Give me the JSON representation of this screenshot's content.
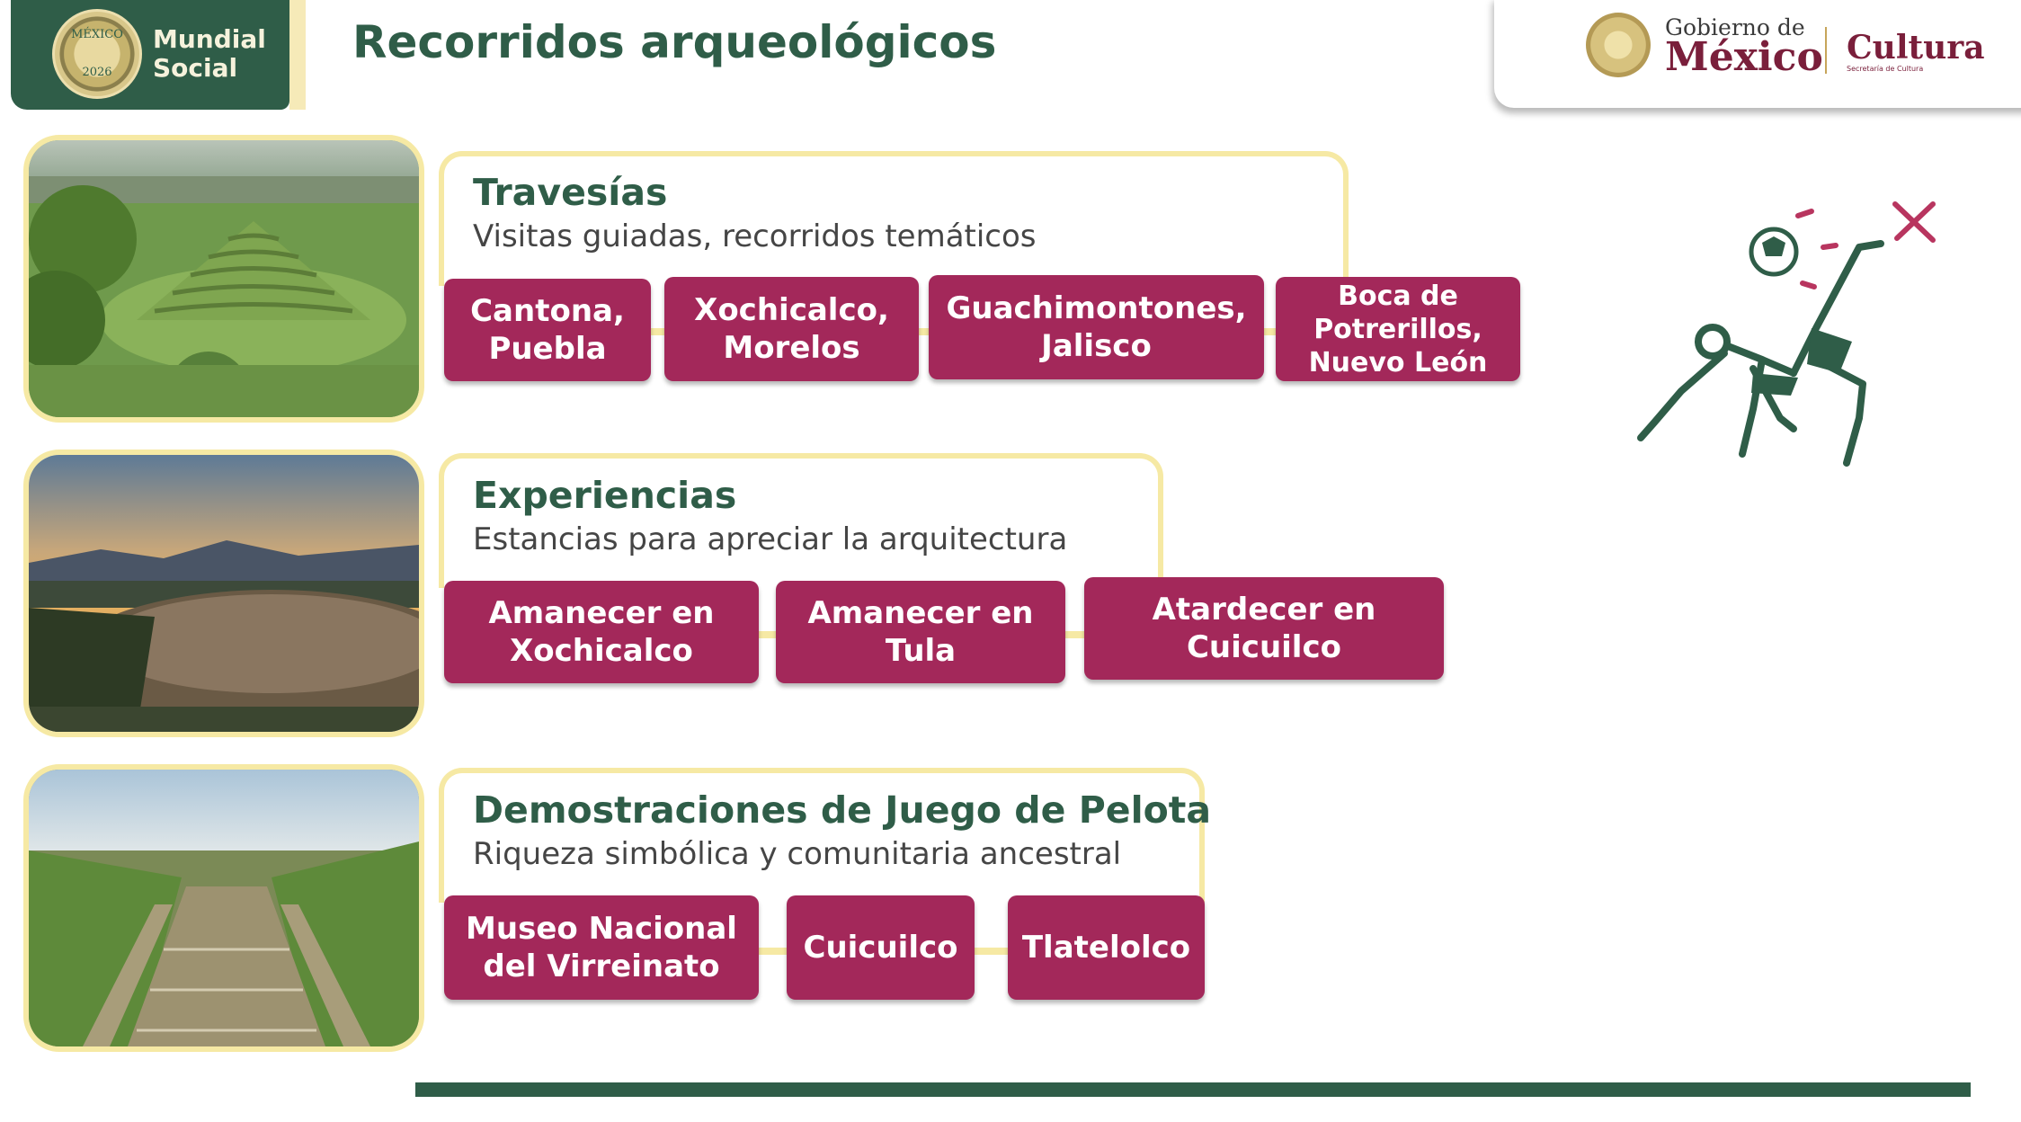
{
  "header": {
    "badge_title_line1": "Mundial",
    "badge_title_line2": "Social",
    "seal_text_top": "MÉXICO",
    "seal_text_bottom": "2026",
    "page_title": "Recorridos arqueológicos"
  },
  "government": {
    "small_text": "Gobierno de",
    "big_text": "México",
    "cultura": "Cultura",
    "cultura_sub": "Secretaría de Cultura"
  },
  "sections": [
    {
      "title": "Travesías",
      "subtitle": "Visitas guiadas, recorridos temáticos",
      "items": [
        "Cantona,\nPuebla",
        "Xochicalco,\nMorelos",
        "Guachimontones,\nJalisco",
        "Boca de\nPotrerillos,\nNuevo León"
      ]
    },
    {
      "title": "Experiencias",
      "subtitle": "Estancias para apreciar la arquitectura",
      "items": [
        "Amanecer en\nXochicalco",
        "Amanecer en\nTula",
        "Atardecer en\nCuicuilco"
      ]
    },
    {
      "title": "Demostraciones de Juego de Pelota",
      "subtitle": "Riqueza simbólica y comunitaria ancestral",
      "items": [
        "Museo Nacional\ndel Virreinato",
        "Cuicuilco",
        "Tlatelolco"
      ]
    }
  ],
  "colors": {
    "brand_green": "#2f5d48",
    "pill_magenta": "#a3285a",
    "frame_yellow": "#f6e9a4",
    "guinda": "#7a1f3b"
  },
  "icons": [
    "mundial-social-seal-icon",
    "gobierno-seal-icon",
    "soccer-player-illustration",
    "soccer-ball-icon"
  ]
}
